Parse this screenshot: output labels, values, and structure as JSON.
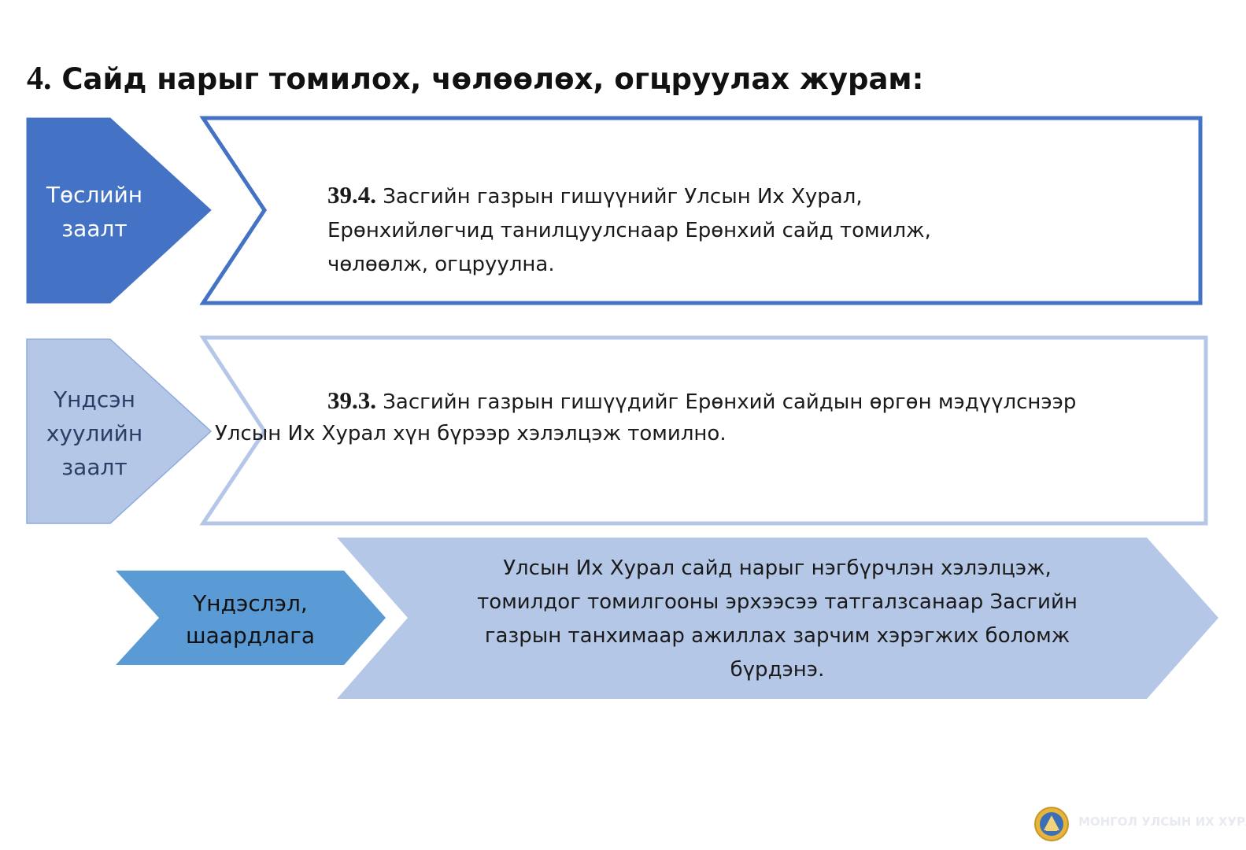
{
  "title": {
    "number": "4.",
    "text": "Сайд нарыг томилох, чөлөөлөх, огцруулах журам:"
  },
  "rows": [
    {
      "label_lines": [
        "Төслийн",
        "заалт"
      ],
      "article": "39.4.",
      "text_lines": [
        " Засгийн газрын гишүүнийг Улсын Их Хурал,",
        "Ерөнхийлөгчид танилцуулснаар Ерөнхий сайд томилж,",
        "чөлөөлж, огцруулна."
      ]
    },
    {
      "label_lines": [
        "Үндсэн",
        "хуулийн",
        "заалт"
      ],
      "article": "39.3.",
      "text_lines": [
        " Засгийн газрын гишүүдийг Ерөнхий сайдын өргөн  мэдүүлснээр",
        "Улсын Их Хурал хүн бүрээр хэлэлцэж томилно."
      ]
    },
    {
      "label_lines": [
        "Үндэслэл,",
        "шаардлага"
      ],
      "text_lines": [
        "Улсын Их Хурал сайд нарыг нэгбүрчлэн хэлэлцэж,",
        "томилдог томилгооны эрхээсээ татгалзсанаар Засгийн",
        "газрын танхимаар ажиллах зарчим хэрэгжих боломж",
        "бүрдэнэ."
      ]
    }
  ],
  "footer": {
    "emblem": "mongolia-state-emblem-icon",
    "text": "МОНГОЛ УЛСЫН ИХ ХУРАЛ"
  },
  "colors": {
    "dark_blue": "#4472c4",
    "light_blue": "#b4c7e7",
    "mid_blue": "#5b9bd5",
    "border_light": "#b4c7e7"
  }
}
